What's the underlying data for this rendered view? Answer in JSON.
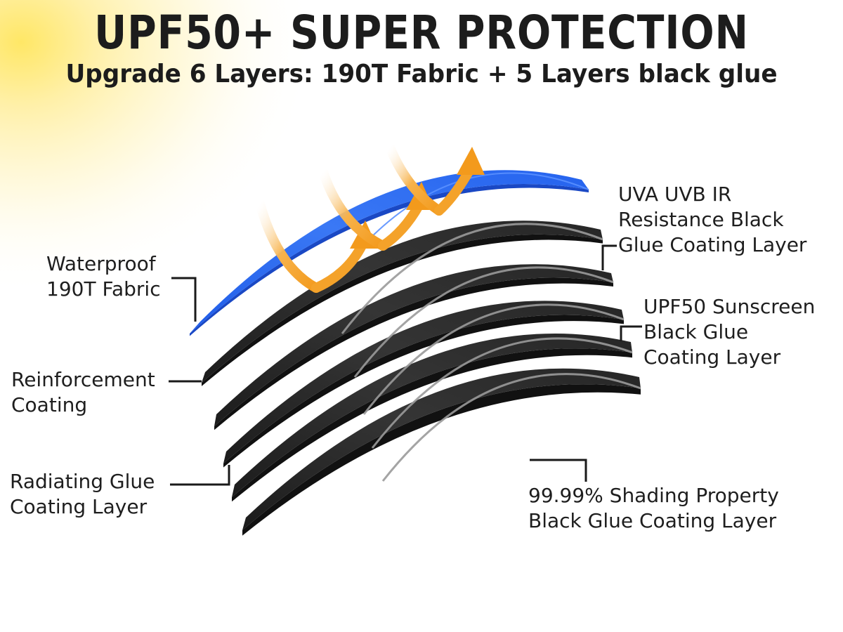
{
  "header": {
    "title": "UPF50+ SUPER PROTECTION",
    "subtitle": "Upgrade 6 Layers: 190T Fabric + 5 Layers black glue"
  },
  "labels": {
    "waterproof_fabric": [
      "Waterproof",
      "190T Fabric"
    ],
    "reinforcement_coating": [
      "Reinforcement",
      "Coating"
    ],
    "radiating_glue": [
      "Radiating Glue",
      "Coating Layer"
    ],
    "uva_uvb_ir": [
      "UVA UVB IR",
      "Resistance Black",
      "Glue Coating Layer"
    ],
    "upf50_sunscreen": [
      "UPF50 Sunscreen",
      "Black Glue",
      "Coating Layer"
    ],
    "shading_property": [
      "99.99% Shading Property",
      "Black Glue Coating Layer"
    ]
  },
  "colors": {
    "fabric_layer": "#2f6cf0",
    "black_layer": "#2a2a2a",
    "layer_edge": "#9a9a9a",
    "arrow": "#f5a623",
    "sun_glow": "#fff3a0",
    "text": "#1e1e1e",
    "leader_line": "#1a1a1a"
  },
  "layers": [
    {
      "name": "waterproof-190t-fabric-layer",
      "material": "fabric"
    },
    {
      "name": "uva-uvb-ir-glue-layer",
      "material": "glue"
    },
    {
      "name": "reinforcement-coating-layer",
      "material": "glue"
    },
    {
      "name": "upf50-sunscreen-glue-layer",
      "material": "glue"
    },
    {
      "name": "radiating-glue-layer",
      "material": "glue"
    },
    {
      "name": "shading-glue-layer",
      "material": "glue"
    }
  ],
  "arrows_count": 3
}
